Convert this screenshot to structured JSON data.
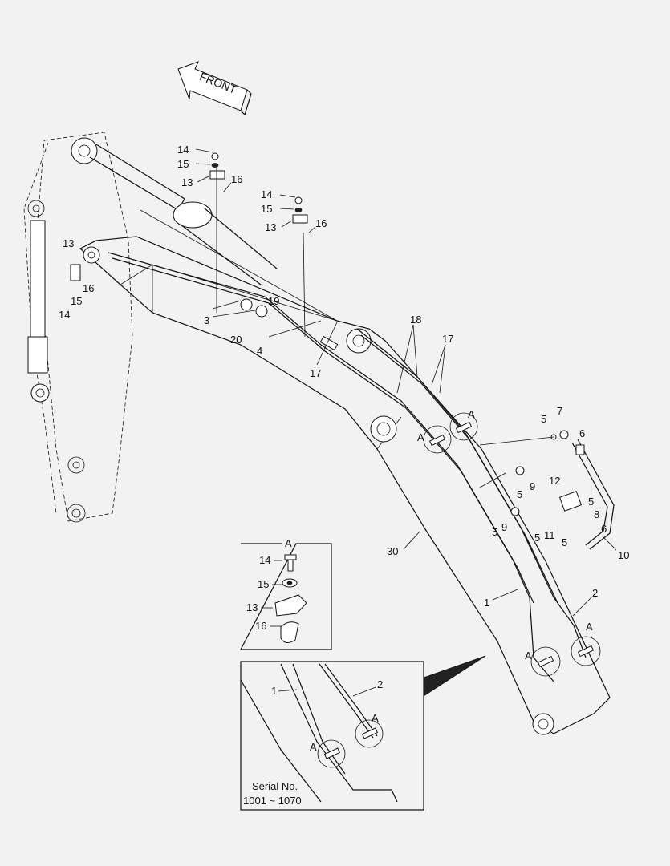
{
  "direction_label": "FRONT",
  "part_labels": {
    "p14a": "14",
    "p15a": "15",
    "p13a": "13",
    "p16a": "16",
    "p14b": "14",
    "p15b": "15",
    "p13b": "13",
    "p16b": "16",
    "p13c": "13",
    "p16c": "16",
    "p15c": "15",
    "p14c": "14",
    "p3": "3",
    "p20": "20",
    "p19": "19",
    "p4": "4",
    "p17a": "17",
    "p18": "18",
    "p17b": "17",
    "pAa": "A",
    "pAb": "A",
    "p5a": "5",
    "p7": "7",
    "p6a": "6",
    "p9a": "9",
    "p5b": "5",
    "p12": "12",
    "p5c": "5",
    "p8": "8",
    "p6b": "6",
    "p9b": "9",
    "p5d": "5",
    "p11": "11",
    "p5e": "5",
    "p10": "10",
    "p30": "30",
    "p1": "1",
    "p2": "2",
    "pAc": "A",
    "pAd": "A"
  },
  "detail_a": {
    "title": "A",
    "labels": {
      "d14": "14",
      "d15": "15",
      "d13": "13",
      "d16": "16"
    }
  },
  "detail_serial": {
    "labels": {
      "s1": "1",
      "s2": "2",
      "sAa": "A",
      "sAb": "A"
    },
    "serial_title": "Serial No.",
    "serial_range": "1001 ~ 1070"
  }
}
